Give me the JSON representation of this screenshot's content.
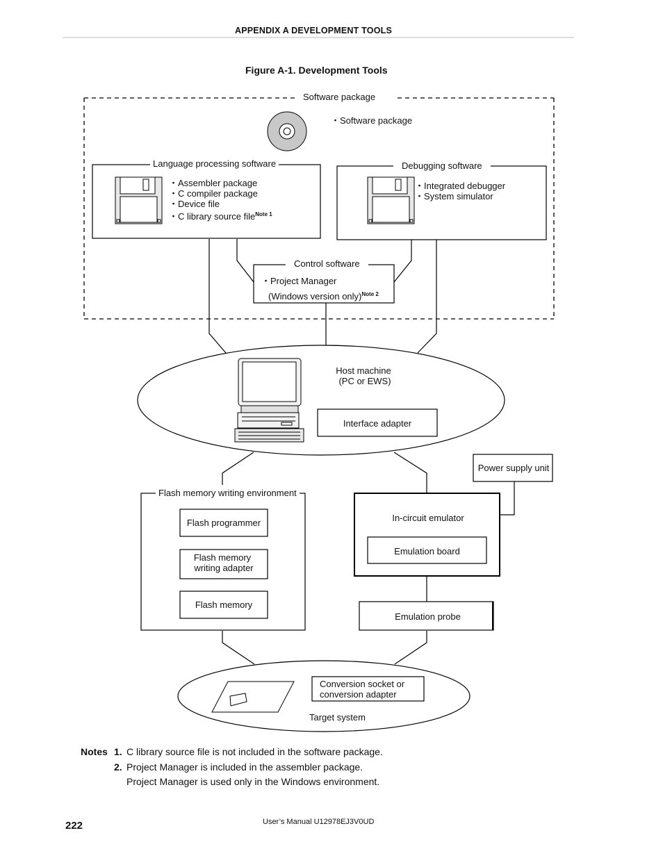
{
  "header": {
    "title": "APPENDIX A   DEVELOPMENT  TOOLS"
  },
  "figure": {
    "title": "Figure A-1.  Development Tools"
  },
  "software_package": {
    "label": "Software package",
    "cd_item": "・Software package"
  },
  "language_processing": {
    "label": "Language processing software",
    "items": [
      "・Assembler package",
      "・C compiler package",
      "・Device file",
      "・C library source file"
    ],
    "item4_note": "Note 1"
  },
  "debugging": {
    "label": "Debugging software",
    "items": [
      "・Integrated debugger",
      "・System simulator"
    ]
  },
  "control": {
    "label": "Control software",
    "line1": "・Project Manager",
    "line2": "(Windows version only)",
    "note": "Note 2"
  },
  "host": {
    "line1": "Host machine",
    "line2": "(PC or EWS)",
    "interface_adapter": "Interface adapter"
  },
  "power_supply": "Power supply unit",
  "flash_env": {
    "label": "Flash memory writing environment",
    "programmer": "Flash programmer",
    "adapter_line1": "Flash memory",
    "adapter_line2": "writing adapter",
    "memory": "Flash memory"
  },
  "emulator": {
    "label": "In-circuit emulator",
    "board": "Emulation board",
    "probe": "Emulation probe"
  },
  "target": {
    "socket_line1": "Conversion socket or",
    "socket_line2": "conversion adapter",
    "label": "Target system"
  },
  "notes": {
    "heading": "Notes",
    "n1_num": "1.",
    "n1_text": "C library source file is not included in the software package.",
    "n2_num": "2.",
    "n2_text": "Project Manager is included in the assembler package.",
    "n2_text_b": "Project Manager is used only in the Windows environment."
  },
  "footer": {
    "page": "222",
    "manual": "User’s Manual  U12978EJ3V0UD"
  }
}
